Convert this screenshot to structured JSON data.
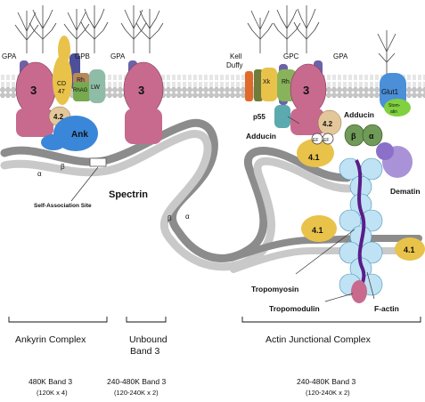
{
  "labels": {
    "gpa_left": "GPA",
    "gpb": "GPB",
    "gpa_mid": "GPA",
    "kell": "Kell",
    "duffy": "Duffy",
    "gpc": "GPC",
    "gpa_right": "GPA",
    "xk": "Xk",
    "rh_left": "Rh",
    "rhag": "RhAG",
    "lw": "LW",
    "rh_right": "Rh",
    "cd47_a": "CD",
    "cd47_b": "47",
    "band3_left": "3",
    "band3_mid": "3",
    "band3_right": "3",
    "p42_left": "4.2",
    "p42_right": "4.2",
    "ank": "Ank",
    "glut1": "Glut1",
    "stomatin_a": "Stom-",
    "stomatin_b": "atin",
    "p55": "p55",
    "adducin_left": "Adducin",
    "adducin_right": "Adducin",
    "ef1": "EF",
    "ef2": "EF",
    "beta_right": "β",
    "alpha_right": "α",
    "p41_top": "4.1",
    "p41_mid": "4.1",
    "p41_right": "4.1",
    "dematin": "Dematin",
    "beta_left": "β",
    "alpha_left": "α",
    "self_assoc": "Self-Association Site",
    "spectrin": "Spectrin",
    "beta_mid": "β",
    "alpha_mid": "α",
    "tropomyosin": "Tropomyosin",
    "tropomodulin": "Tropomodulin",
    "factin": "F-actin"
  },
  "bottom": {
    "ankyrin_title": "Ankyrin Complex",
    "unbound_a": "Unbound",
    "unbound_b": "Band 3",
    "actin_title": "Actin Junctional Complex",
    "ankyrin_mass_a": "480K Band 3",
    "ankyrin_mass_b": "(120K x 4)",
    "unbound_mass_a": "240-480K Band 3",
    "unbound_mass_b": "(120-240K x 2)",
    "actin_mass_a": "240-480K Band 3",
    "actin_mass_b": "(120-240K x 2)"
  },
  "colors": {
    "band3": "#c86a8e",
    "ankyrin": "#3a86d8",
    "protein42": "#e3c79a",
    "protein41": "#e9c24a",
    "adducin": "#6f9a57",
    "actin": "#bfe3f4",
    "dematin": "#a992d8",
    "tropomyosin": "#5a1d8a",
    "spectrin_beta": "#8c8c8c",
    "spectrin_alpha": "#c7c7c7",
    "membrane_head": "#bdbdbd",
    "glut1": "#4b8fd8"
  }
}
